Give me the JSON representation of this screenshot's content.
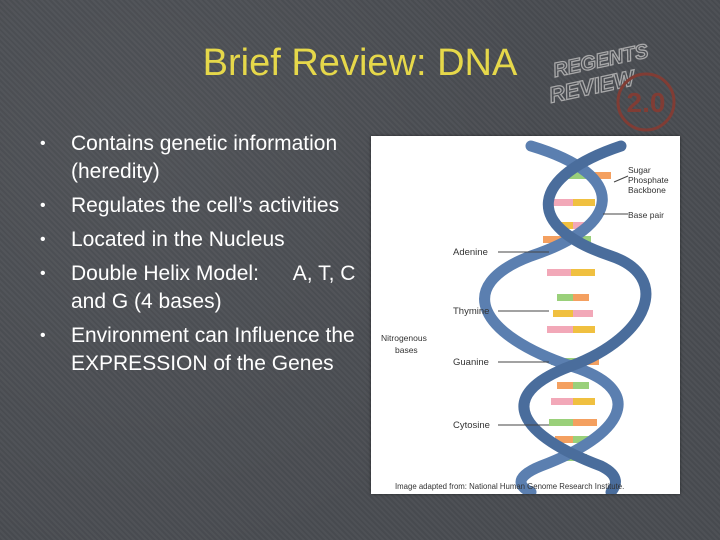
{
  "slide": {
    "title": "Brief Review: DNA",
    "logo": {
      "line1": "REGENTS",
      "line2": "REVIEW",
      "badge": "2.0",
      "color": "#8a3a30"
    },
    "bullets": [
      {
        "text": "Contains genetic information (heredity)"
      },
      {
        "text": "Regulates the cell’s activities"
      },
      {
        "text": "Located in the Nucleus"
      },
      {
        "text": "Double Helix Model:      A, T, C and G (4 bases)"
      },
      {
        "text": "Environment can Influence the EXPRESSION of the Genes"
      }
    ],
    "title_color": "#e6d84a"
  },
  "figure": {
    "labels": {
      "sugar_backbone": [
        "Sugar",
        "Phosphate",
        "Backbone"
      ],
      "base_pair": "Base pair",
      "adenine": "Adenine",
      "thymine": "Thymine",
      "nitrogenous_bases": [
        "Nitrogenous",
        "bases"
      ],
      "guanine": "Guanine",
      "cytosine": "Cytosine"
    },
    "caption": "Image adapted from: National Human Genome Research Institute.",
    "colors": {
      "strand": "#5b7fb0",
      "adenine": "#f2a8b8",
      "thymine": "#f0c040",
      "guanine": "#9ad07a",
      "cytosine": "#f4a060"
    }
  }
}
